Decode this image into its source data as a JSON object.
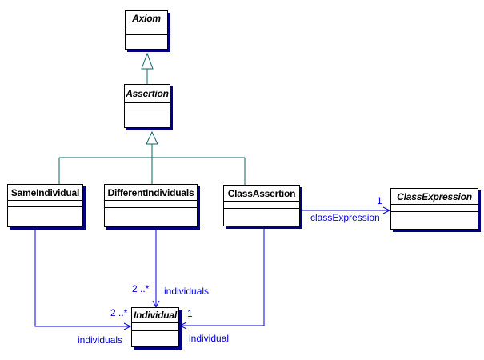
{
  "diagram": {
    "kind": "uml-class-diagram",
    "classes": {
      "axiom": "Axiom",
      "assertion": "Assertion",
      "sameIndividual": "SameIndividual",
      "differentIndividuals": "DifferentIndividuals",
      "classAssertion": "ClassAssertion",
      "classExpression": "ClassExpression",
      "individual": "Individual"
    },
    "associations": {
      "classAssertion_classExpression": {
        "multiplicity": "1",
        "role": "classExpression"
      },
      "differentIndividuals_individual": {
        "multiplicity": "2 ..*",
        "role": "individuals"
      },
      "sameIndividual_individual": {
        "multiplicity": "2 ..*",
        "role": "individuals"
      },
      "classAssertion_individual": {
        "multiplicity": "1",
        "role": "individual"
      }
    },
    "colors": {
      "association": "#0000DD",
      "generalization": "#0B6363",
      "boxShadow": "#000080",
      "boxBorder": "#000000",
      "background": "#FFFFFF"
    }
  }
}
